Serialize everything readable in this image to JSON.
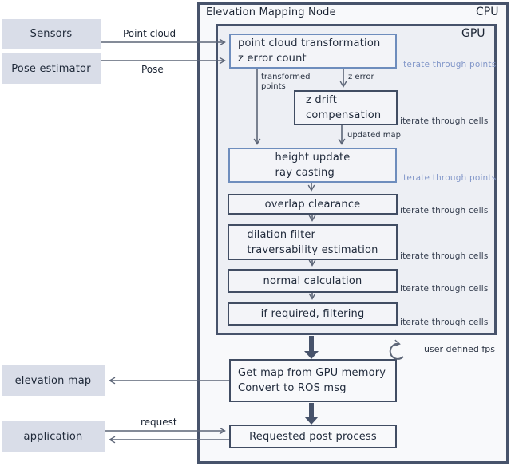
{
  "title": "Elevation Mapping Node",
  "regions": {
    "cpu": "CPU",
    "gpu": "GPU"
  },
  "colors": {
    "region_border": "#47536b",
    "box_border": "#414d63",
    "blue_border": "#6e8dbd",
    "blue_annotation_text": "#8297c9",
    "external_box_fill": "#d9dde8",
    "gpu_fill": "#edeff4",
    "cpu_fill": "#f8f9fb",
    "box_fill": "#f3f4f8",
    "arrow": "#5c6577"
  },
  "external_nodes": {
    "sensors": "Sensors",
    "pose_estimator": "Pose estimator",
    "elevation_map": "elevation map",
    "application": "application"
  },
  "gpu_nodes": {
    "point_cloud": {
      "line1": "point cloud transformation",
      "line2": "z error count"
    },
    "z_drift": {
      "line1": "z drift",
      "line2": "compensation"
    },
    "height_update": {
      "line1": "height update",
      "line2": "ray casting"
    },
    "overlap": {
      "label": "overlap clearance"
    },
    "dilation": {
      "line1": "dilation filter",
      "line2": "traversability estimation"
    },
    "normal": {
      "label": "normal calculation"
    },
    "filtering": {
      "label": "if required, filtering"
    }
  },
  "cpu_nodes": {
    "get_map": {
      "line1": "Get map from GPU memory",
      "line2": "Convert to ROS msg"
    },
    "post_process": {
      "label": "Requested post process"
    }
  },
  "edge_labels": {
    "point_cloud": "Point cloud",
    "pose": "Pose",
    "transformed_points_line1": "transformed",
    "transformed_points_line2": "points",
    "z_error": "z error",
    "updated_map": "updated map",
    "request": "request",
    "user_defined_fps": "user defined fps"
  },
  "annotations": {
    "iterate_points": "iterate through points",
    "iterate_cells": "iterate through cells"
  }
}
